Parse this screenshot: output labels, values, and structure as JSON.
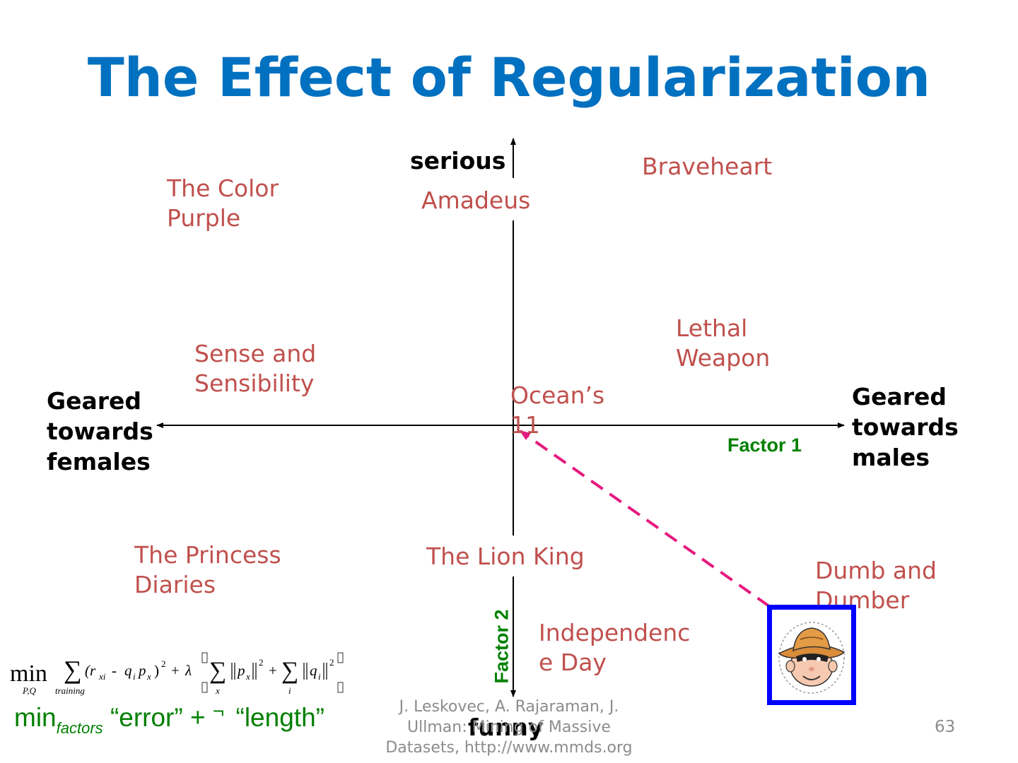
{
  "title": "The Effect of Regularization",
  "axes": {
    "top": "serious",
    "bottom": "funny",
    "left": "Geared\ntowards\nfemales",
    "right": "Geared\ntowards\nmales"
  },
  "factors": {
    "factor1": "Factor 1",
    "factor2": "Factor 2"
  },
  "movies": {
    "braveheart": "Braveheart",
    "color_purple": "The Color\nPurple",
    "amadeus": "Amadeus",
    "lethal_weapon": "Lethal\nWeapon",
    "sense_sensibility": "Sense and\nSensibility",
    "oceans_11": "Ocean’s\n11",
    "princess_diaries": "The Princess\nDiaries",
    "lion_king": "The Lion King",
    "dumb_dumber": "Dumb and\nDumber",
    "independence_day": "Independenc\ne Day"
  },
  "formula": {
    "min": "min",
    "min_sub": "P,Q",
    "sum_sub_training": "training",
    "term_error": "(r",
    "r_sub": "xi",
    "minus": "-",
    "q": "q",
    "q_sub": "i",
    "p": "p",
    "p_sub": "x",
    "close_sq": ")",
    "power": "2",
    "plus": "+",
    "lambda": "λ",
    "sum_sub_x": "x",
    "sum_sub_i": "i"
  },
  "objective": {
    "min": "min",
    "sub": "factors",
    "error": "“error”",
    "plus": "+",
    "lambda_glyph": "¬",
    "length": "“length”"
  },
  "footer": "J. Leskovec, A. Rajaraman, J.\nUllman: Mining of Massive\nDatasets, http://www.mmds.org",
  "page_number": "63",
  "colors": {
    "title": "#0070c0",
    "movie": "#c0504d",
    "factor": "#008000",
    "arrow": "#e6197f",
    "frame": "#0000ff",
    "footer": "#8c8c8c"
  },
  "icons": {
    "avatar": "cowboy-user-icon"
  }
}
